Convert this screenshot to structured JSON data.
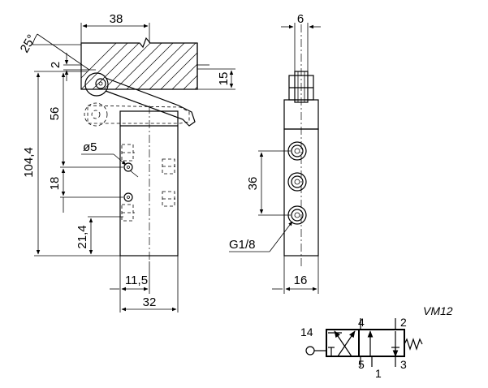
{
  "model_label": "VM12",
  "dimensions": {
    "width_38": "38",
    "angle_25": "25°",
    "gap_2": "2",
    "height_15": "15",
    "height_56": "56",
    "total_104_4": "104,4",
    "hole_5": "ø5",
    "pitch_18": "18",
    "offset_21_4": "21,4",
    "offset_11_5": "11,5",
    "width_32": "32",
    "width_6": "6",
    "pitch_36": "36",
    "port_thread": "G1/8",
    "width_16": "16"
  },
  "symbol_ports": {
    "p14": "14",
    "p4": "4",
    "p2": "2",
    "p5": "5",
    "p1": "1",
    "p3": "3"
  }
}
